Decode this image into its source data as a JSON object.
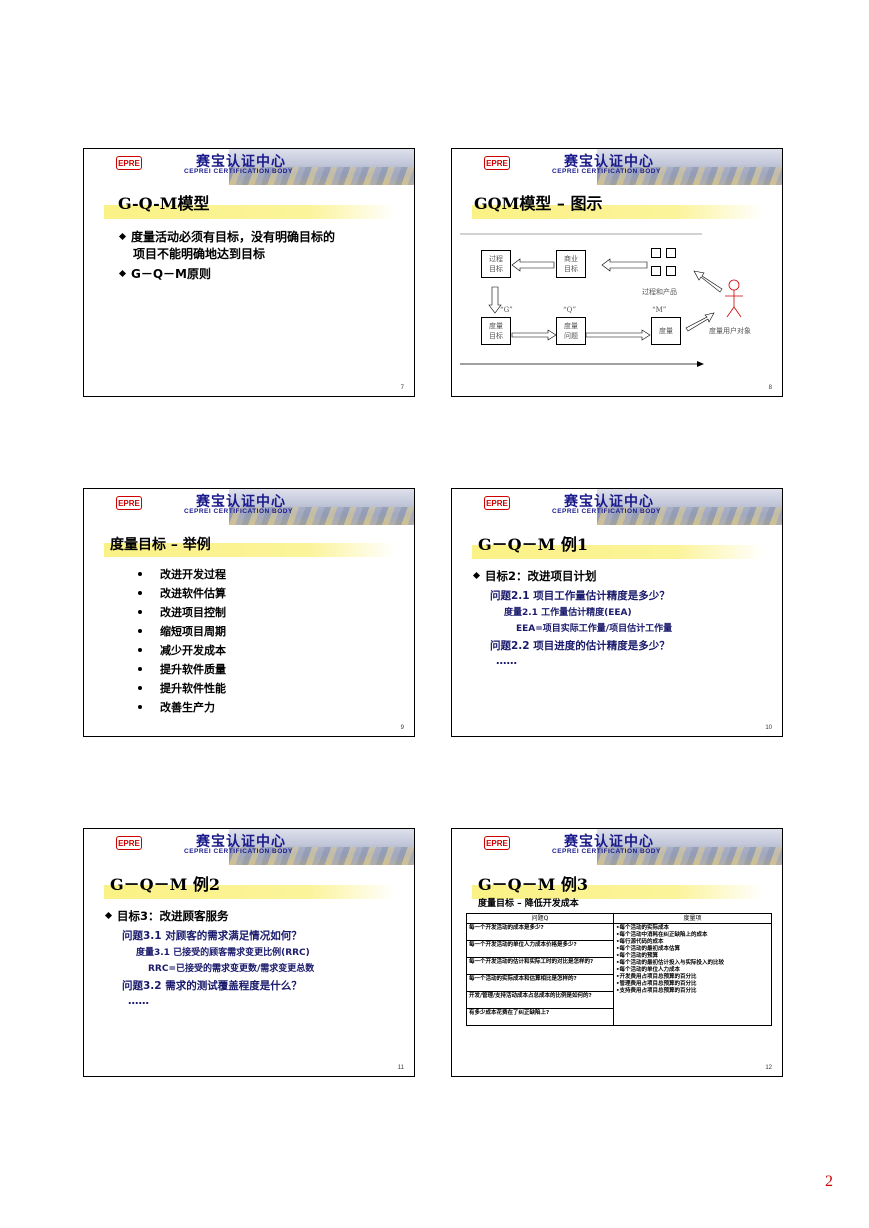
{
  "header": {
    "logo": "EPRE",
    "cn": "赛宝认证中心",
    "en": "CEPREI CERTIFICATION BODY"
  },
  "page_number": "2",
  "slides": {
    "s7": {
      "title": "G-Q-M模型",
      "b1": "度量活动必须有目标，没有明确目标的",
      "b1b": "项目不能明确地达到目标",
      "b2": "G－Q－M原则",
      "num": "7"
    },
    "s8": {
      "title": "GQM模型 – 图示",
      "num": "8",
      "b_process_goal": [
        "过程",
        "目标"
      ],
      "b_biz_goal": [
        "商业",
        "目标"
      ],
      "process_product": "过程和产品",
      "g": "“G”",
      "q": "“Q”",
      "m": "“M”",
      "b_measure_goal": [
        "度量",
        "目标"
      ],
      "b_measure_q": [
        "度量",
        "问题"
      ],
      "b_measure": "度量",
      "user": "度量用户对象"
    },
    "s9": {
      "title": "度量目标 – 举例",
      "num": "9",
      "items": [
        "改进开发过程",
        "改进软件估算",
        "改进项目控制",
        "缩短项目周期",
        "减少开发成本",
        "提升软件质量",
        "提升软件性能",
        "改善生产力"
      ]
    },
    "s10": {
      "title": "G－Q－M  例1",
      "num": "10",
      "l1": "目标2：改进项目计划",
      "l2": "问题2.1 项目工作量估计精度是多少？",
      "l3": "度量2.1 工作量估计精度(EEA)",
      "l4": "EEA=项目实际工作量/项目估计工作量",
      "l5": "问题2.2 项目进度的估计精度是多少？",
      "l6": "……"
    },
    "s11": {
      "title": "G－Q－M  例2",
      "num": "11",
      "l1": "目标3：改进顾客服务",
      "l2": "问题3.1 对顾客的需求满足情况如何？",
      "l3": "度量3.1 已接受的顾客需求变更比例(RRC)",
      "l4": "RRC=已接受的需求变更数/需求变更总数",
      "l5": "问题3.2 需求的测试覆盖程度是什么？",
      "l6": "……"
    },
    "s12": {
      "title": "G－Q－M  例3",
      "subtitle": "度量目标 – 降低开发成本",
      "num": "12",
      "col_q": "问题Q",
      "col_m": "度量项",
      "questions": [
        "每一个开发活动的成本是多少?",
        "每一个开发活动的单位人力成本价格是多少?",
        "每一个开发活动的估计和实际工时的对比是怎样的?",
        "每一个活动的实际成本和估算相比是怎样的?",
        "开发/管理/支持活动成本占总成本的比例是如何的?",
        "有多少成本花费在了纠正缺陷上?"
      ],
      "metrics": [
        "•每个活动的实际成本",
        "•每个活动中消耗在纠正缺陷上的成本",
        "•每行源代码的成本",
        "•每个活动的最初成本估算",
        "•每个活动的预算",
        "•每个活动的最初估计投入与实际投入的比较",
        "•每个活动的单位人力成本",
        "•开发费用占项目总预算的百分比",
        "•管理费用占项目总预算的百分比",
        "•支持费用占项目总预算的百分比"
      ]
    }
  }
}
